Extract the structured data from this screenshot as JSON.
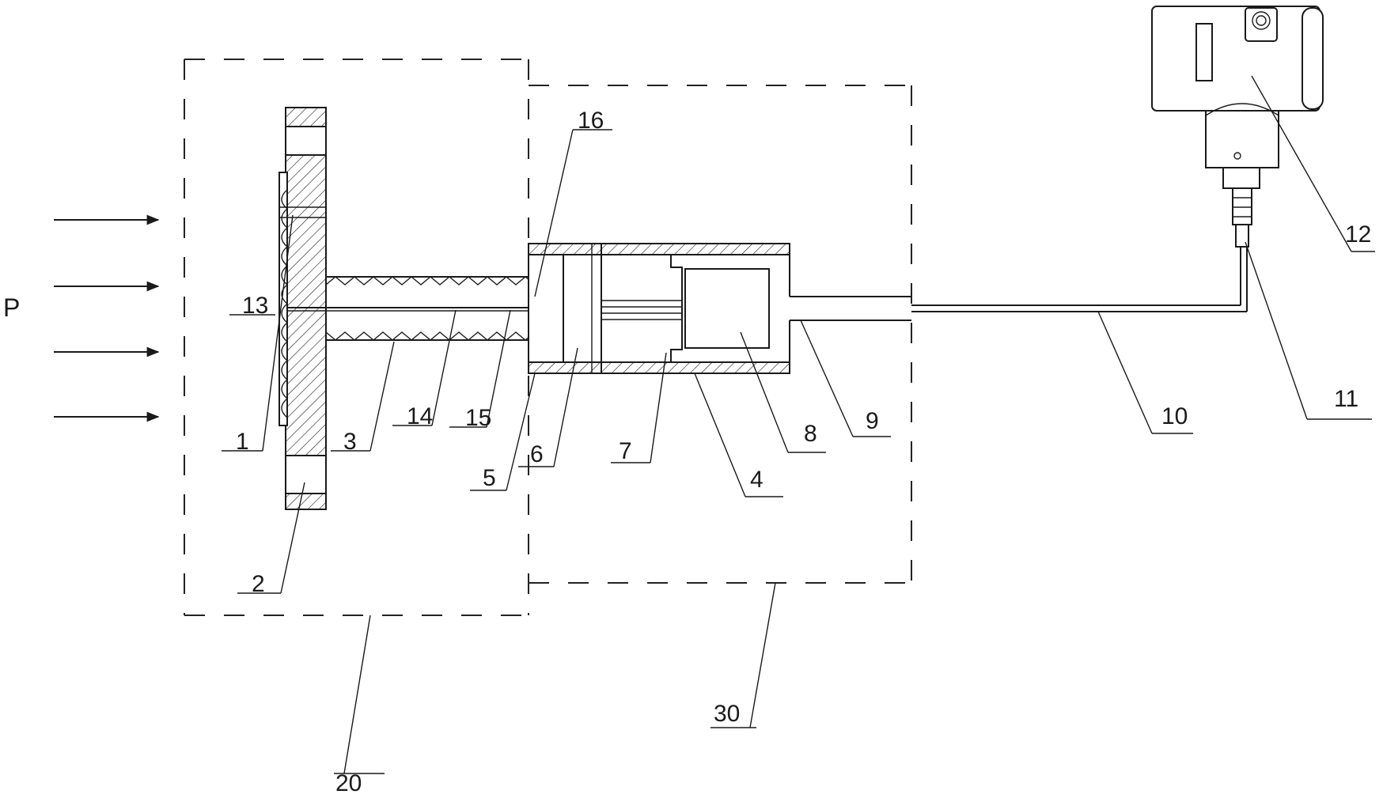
{
  "diagram": {
    "pressure_label": "P",
    "labels": {
      "l1": "1",
      "l2": "2",
      "l3": "3",
      "l4": "4",
      "l5": "5",
      "l6": "6",
      "l7": "7",
      "l8": "8",
      "l9": "9",
      "l10": "10",
      "l11": "11",
      "l12": "12",
      "l13": "13",
      "l14": "14",
      "l15": "15",
      "l16": "16",
      "l20": "20",
      "l30": "30"
    }
  }
}
